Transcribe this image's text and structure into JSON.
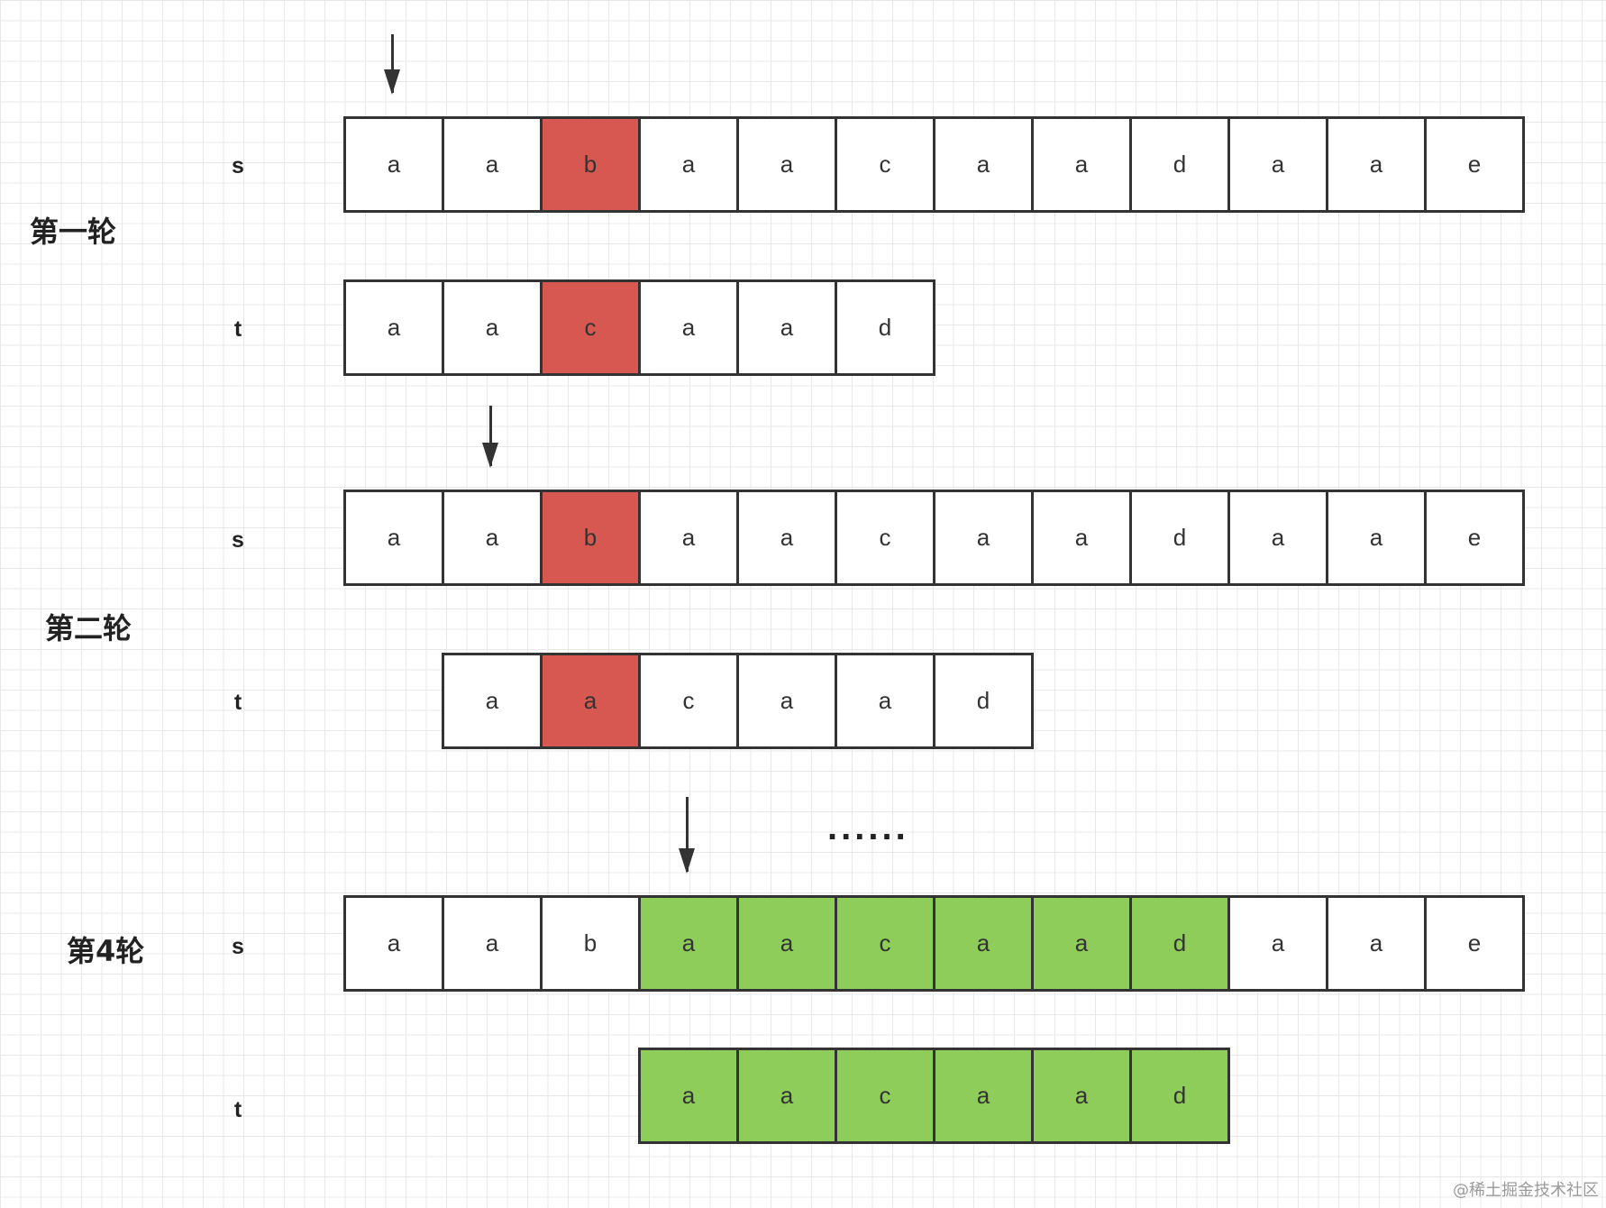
{
  "colors": {
    "red": "#d65850",
    "green": "#8fcd5a",
    "white": "#ffffff"
  },
  "rounds": [
    {
      "label": "第一轮",
      "s": {
        "label": "s",
        "chars": [
          "a",
          "a",
          "b",
          "a",
          "a",
          "c",
          "a",
          "a",
          "d",
          "a",
          "a",
          "e"
        ],
        "highlight": {
          "color": "red",
          "cells": [
            2
          ]
        }
      },
      "t": {
        "label": "t",
        "offset": 0,
        "chars": [
          "a",
          "a",
          "c",
          "a",
          "a",
          "d"
        ],
        "highlight": {
          "color": "red",
          "cells": [
            2
          ]
        }
      },
      "pointer_index": 0
    },
    {
      "label": "第二轮",
      "s": {
        "label": "s",
        "chars": [
          "a",
          "a",
          "b",
          "a",
          "a",
          "c",
          "a",
          "a",
          "d",
          "a",
          "a",
          "e"
        ],
        "highlight": {
          "color": "red",
          "cells": [
            2
          ]
        }
      },
      "t": {
        "label": "t",
        "offset": 1,
        "chars": [
          "a",
          "a",
          "c",
          "a",
          "a",
          "d"
        ],
        "highlight": {
          "color": "red",
          "cells": [
            1
          ]
        }
      },
      "pointer_index": 1
    },
    {
      "label": "第4轮",
      "s": {
        "label": "s",
        "chars": [
          "a",
          "a",
          "b",
          "a",
          "a",
          "c",
          "a",
          "a",
          "d",
          "a",
          "a",
          "e"
        ],
        "highlight": {
          "color": "green",
          "cells": [
            3,
            4,
            5,
            6,
            7,
            8
          ]
        }
      },
      "t": {
        "label": "t",
        "offset": 3,
        "chars": [
          "a",
          "a",
          "c",
          "a",
          "a",
          "d"
        ],
        "highlight": {
          "color": "green",
          "cells": [
            0,
            1,
            2,
            3,
            4,
            5
          ]
        }
      },
      "pointer_index": 3
    }
  ],
  "ellipsis": "......",
  "watermark": "@稀土掘金技术社区"
}
